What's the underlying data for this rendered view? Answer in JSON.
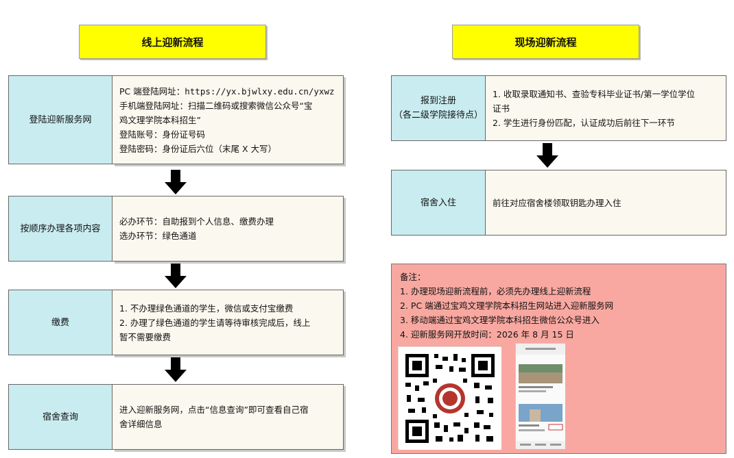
{
  "online": {
    "title": "线上迎新流程",
    "steps": [
      {
        "label": "登陆迎新服务网",
        "lines": [
          "PC 端登陆网址：https://yx.bjwlxy.edu.cn/yxwz",
          "手机端登陆网址：扫描二维码或搜索微信公众号“宝",
          "鸡文理学院本科招生”",
          "登陆账号：身份证号码",
          "登陆密码：身份证后六位（末尾 X 大写）"
        ]
      },
      {
        "label": "按顺序办理各项内容",
        "lines": [
          "必办环节：自助报到个人信息、缴费办理",
          "选办环节：绿色通道"
        ]
      },
      {
        "label": "缴费",
        "lines": [
          "1. 不办理绿色通道的学生，微信或支付宝缴费",
          "2. 办理了绿色通道的学生请等待审核完成后，线上",
          "暂不需要缴费"
        ]
      },
      {
        "label": "宿舍查询",
        "lines": [
          "进入迎新服务网，点击“信息查询”即可查看自己宿",
          "舍详细信息"
        ]
      }
    ]
  },
  "onsite": {
    "title": "现场迎新流程",
    "steps": [
      {
        "label_line1": "报到注册",
        "label_line2": "（各二级学院接待点）",
        "lines": [
          "1. 收取录取通知书、查验专科毕业证书/第一学位学位",
          "证书",
          "2. 学生进行身份匹配，认证成功后前往下一环节"
        ]
      },
      {
        "label": "宿舍入住",
        "lines": [
          "前往对应宿舍楼领取钥匙办理入住"
        ]
      }
    ]
  },
  "notes": {
    "heading": "备注：",
    "items": [
      "1. 办理现场迎新流程前，必须先办理线上迎新流程",
      "2. PC 端通过宝鸡文理学院本科招生网站进入迎新服务网",
      "3. 移动端通过宝鸡文理学院本科招生微信公众号进入",
      "4. 迎新服务网开放时间：2026 年 8 月 15 日"
    ]
  }
}
